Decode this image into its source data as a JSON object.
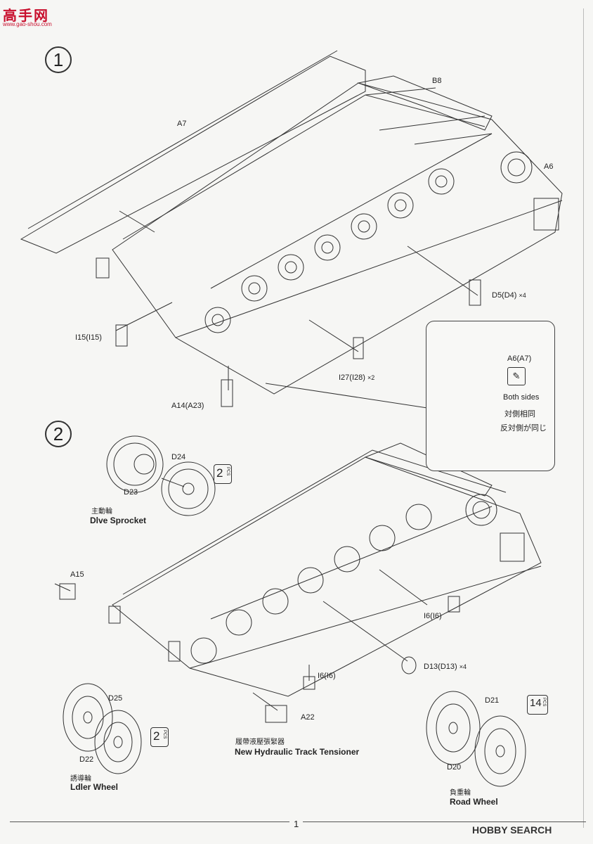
{
  "watermark": {
    "top": "高手网",
    "top_sub": "www.gao-shou.com",
    "bottom": "HOBBY SEARCH"
  },
  "page_number": "1",
  "step1": {
    "number": "1",
    "labels": {
      "a7": "A7",
      "b8": "B8",
      "a6": "A6",
      "d5": "D5(D4)",
      "d5_qty": "×4",
      "i15": "I15(I15)",
      "i27": "I27(I28)",
      "i27_qty": "×2",
      "a14": "A14(A23)"
    },
    "inset": {
      "part": "A6(A7)",
      "en": "Both sides",
      "cn": "対側相同",
      "jp": "反対側が同じ"
    }
  },
  "step2": {
    "number": "2",
    "labels": {
      "d24": "D24",
      "d23": "D23",
      "a15": "A15",
      "i6a": "I6(I6)",
      "i6b": "I6(I6)",
      "d13": "D13(D13)",
      "d13_qty": "×4",
      "a22": "A22",
      "d25": "D25",
      "d22": "D22",
      "d21": "D21",
      "d20": "D20"
    },
    "captions": {
      "sprocket_cn": "主動輪",
      "sprocket_en": "Dlve Sprocket",
      "tensioner_cn": "履帶液壓張緊器",
      "tensioner_en": "New Hydraulic Track Tensioner",
      "idler_cn": "誘導輪",
      "idler_en": "Ldler Wheel",
      "road_cn": "負重輪",
      "road_en": "Road Wheel"
    },
    "pcs": [
      {
        "n": "2",
        "unit": "PCS"
      },
      {
        "n": "2",
        "unit": "PCS"
      },
      {
        "n": "14",
        "unit": "PCS"
      }
    ]
  }
}
